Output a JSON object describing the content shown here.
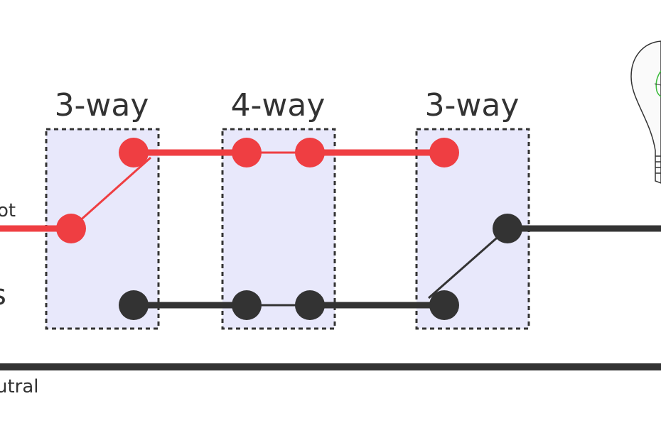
{
  "switches": [
    {
      "label": "3-way"
    },
    {
      "label": "4-way"
    },
    {
      "label": "3-way"
    }
  ],
  "wires": {
    "hot_label": "ot",
    "traveler_label": "s",
    "neutral_label": "utral"
  },
  "colors": {
    "hot": "#ef3e42",
    "dark": "#333333",
    "box_fill": "#e8e8fb",
    "box_border": "#333333",
    "bulb_filament": "#3dbb3d"
  }
}
